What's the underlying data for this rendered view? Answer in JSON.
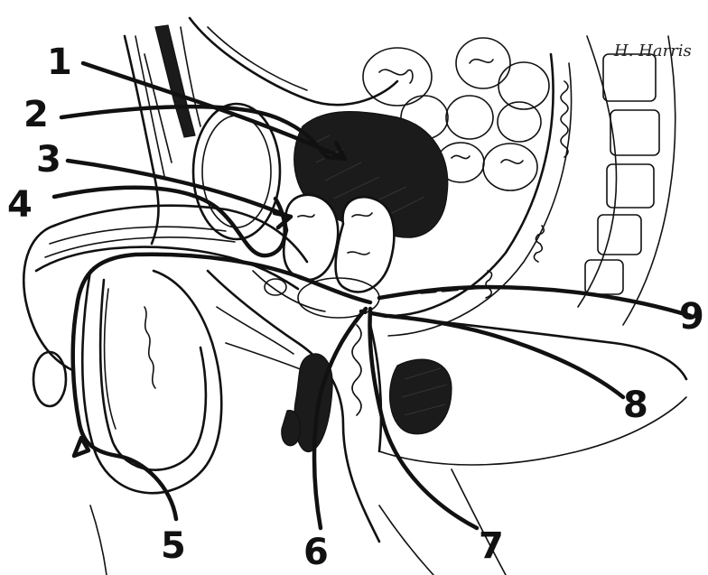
{
  "diagram": {
    "labels": [
      "1",
      "2",
      "3",
      "4",
      "5",
      "6",
      "7",
      "8",
      "9"
    ],
    "signature": "H. Harris",
    "colors": {
      "ink": "#111111",
      "background": "#ffffff",
      "dark_fill": "#1b1b1b"
    }
  }
}
